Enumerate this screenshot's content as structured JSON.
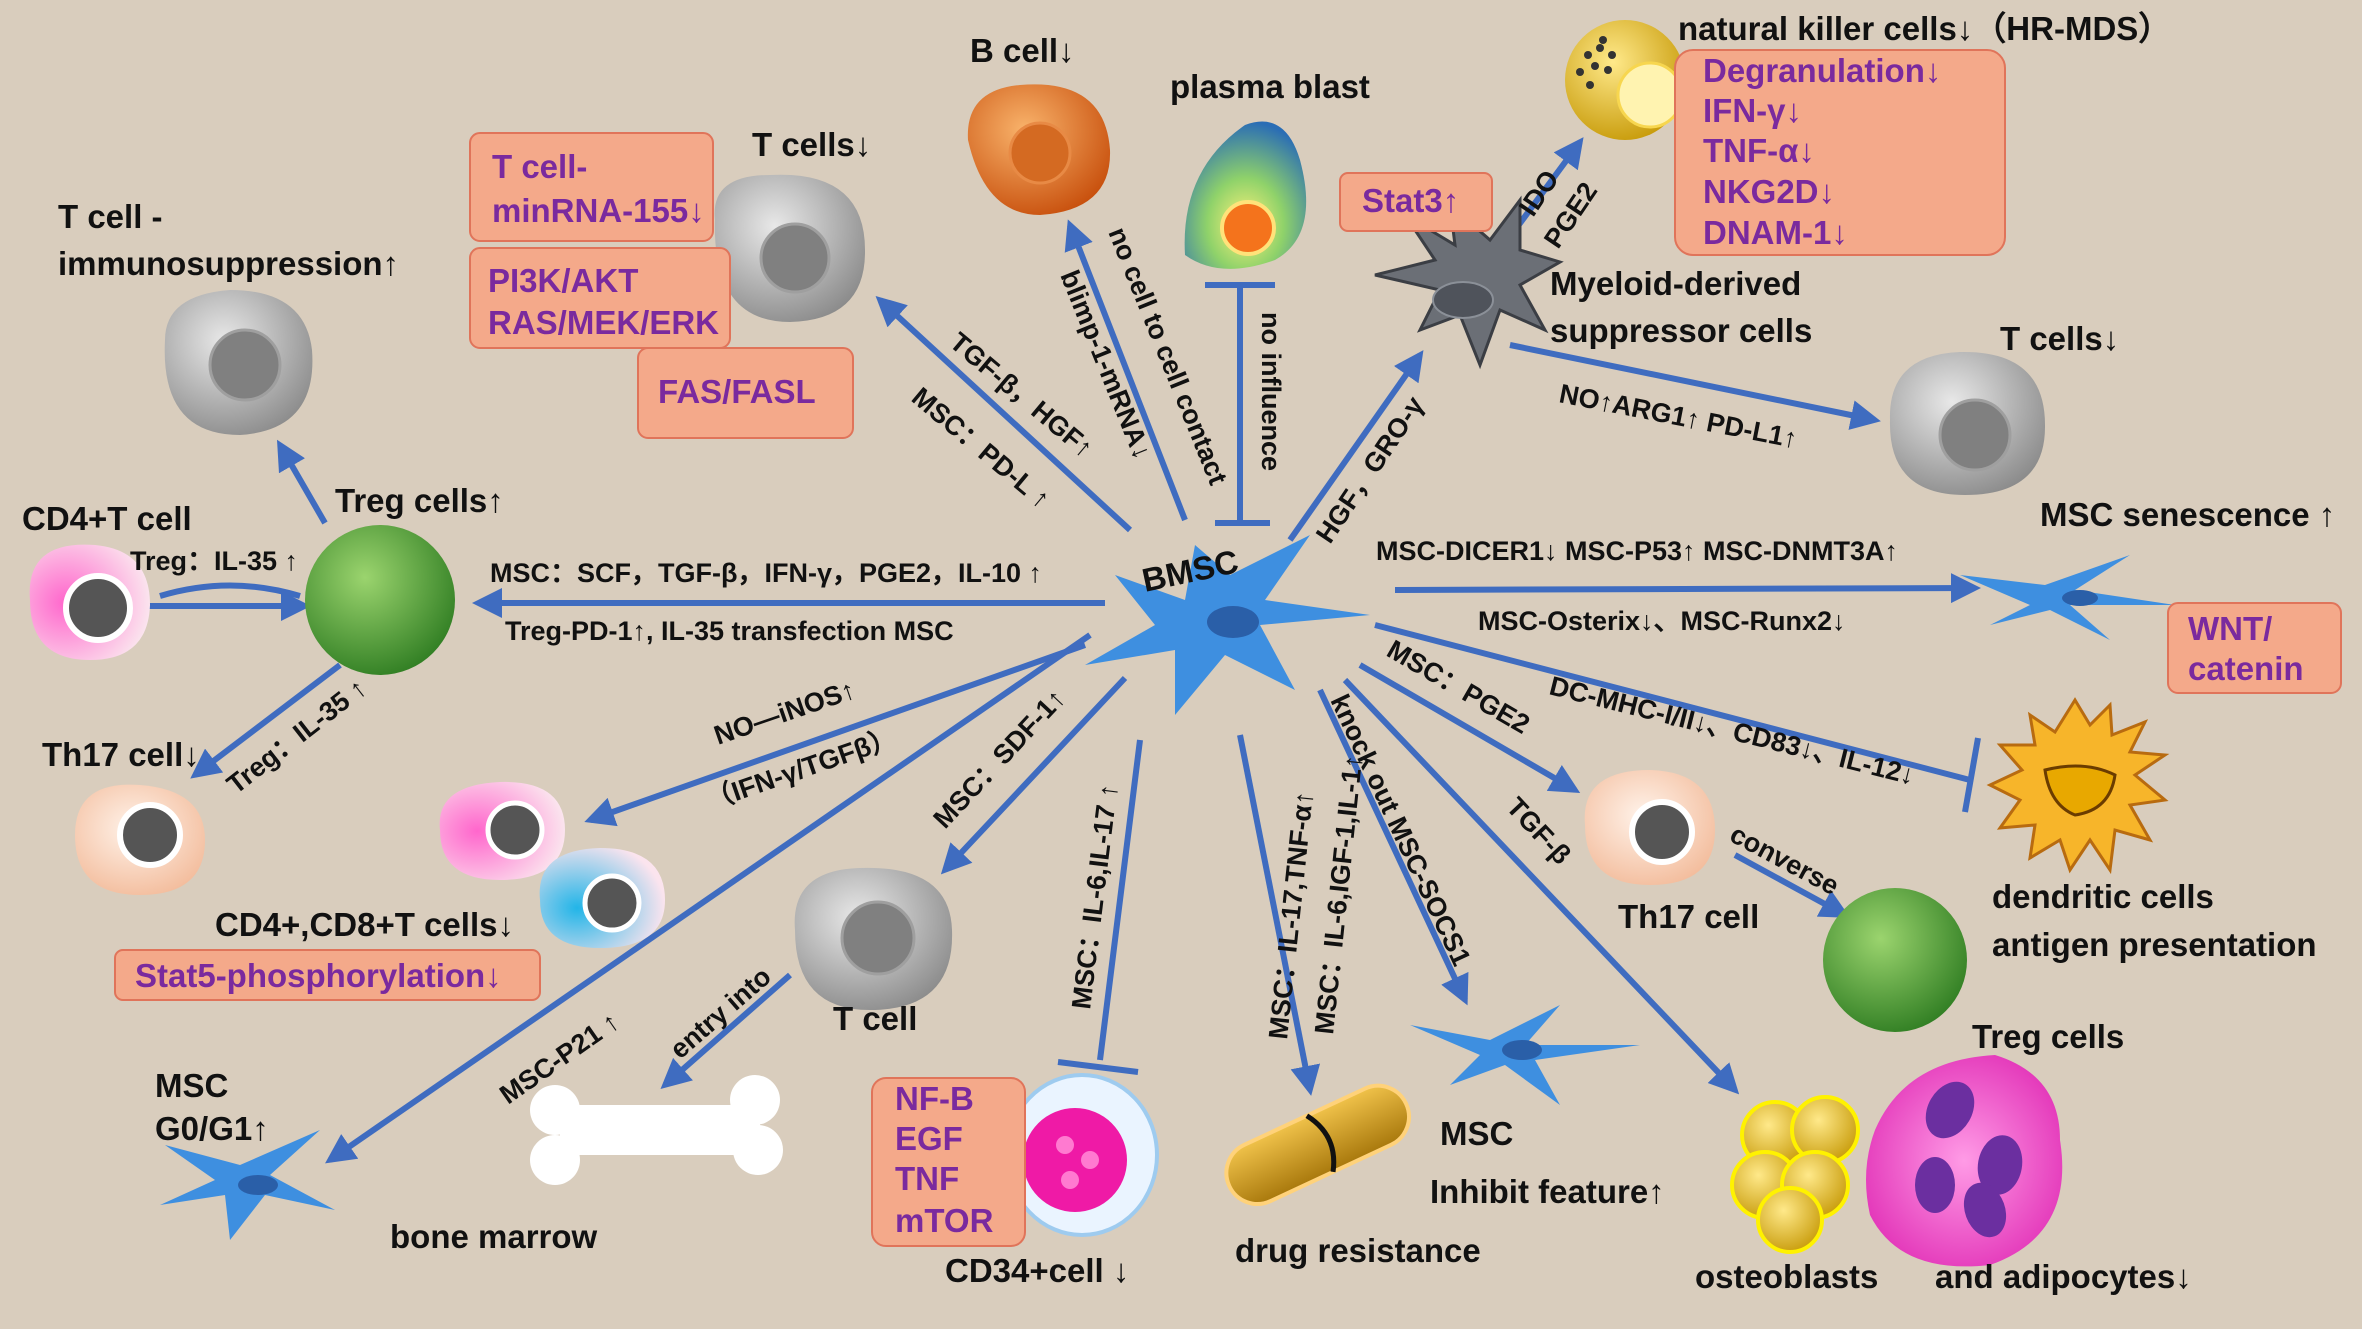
{
  "center": "BMSC",
  "nodes": {
    "b_cell": "B cell↓",
    "plasma_blast": "plasma blast",
    "nk_cells": "natural killer  cells↓（HR-MDS）",
    "t_cells_top": "T cells↓",
    "t_cell_immuno_1": "T cell -",
    "t_cell_immuno_2": "immunosuppression↑",
    "mdsc_1": "Myeloid-derived",
    "mdsc_2": "suppressor cells",
    "t_cells_right": "T cells↓",
    "msc_senescence": "MSC senescence ↑",
    "cd4_t_cell": "CD4+T cell",
    "treg_cells_left": "Treg cells↑",
    "th17_cell_left": "Th17 cell↓",
    "cd4_cd8": "CD4+,CD8+T cells↓",
    "t_cell_bottom": "T cell",
    "msc_g0_1": "MSC",
    "msc_g0_2": "G0/G1↑",
    "bone_marrow": "bone marrow",
    "cd34_cell": "CD34+cell ↓",
    "drug_resistance": "drug resistance",
    "msc_inhibit_1": "MSC",
    "msc_inhibit_2": "Inhibit feature↑",
    "th17_cell_right": "Th17 cell",
    "treg_cells_right": "Treg cells",
    "dendritic_1": "dendritic cells",
    "dendritic_2": "antigen presentation",
    "osteoblasts": "osteoblasts",
    "adipocytes": "and adipocytes↓"
  },
  "boxes": {
    "tcell_mirna": [
      "T cell-",
      "minRNA-155↓"
    ],
    "pi3k": [
      "PI3K/AKT",
      "RAS/MEK/ERK"
    ],
    "fas": [
      "FAS/FASL"
    ],
    "stat3": [
      "Stat3↑"
    ],
    "nk_effects": [
      "Degranulation↓",
      "IFN-γ↓",
      "TNF-α↓",
      "NKG2D↓",
      "DNAM-1↓"
    ],
    "wnt": [
      "WNT/",
      "catenin"
    ],
    "stat5": [
      "Stat5-phosphorylation↓"
    ],
    "cd34_path": [
      "NF-B",
      "EGF",
      "TNF",
      "mTOR"
    ]
  },
  "edge_labels": {
    "tgf_hgf": "TGF-β，HGF↑",
    "msc_pdl": "MSC：PD-L ↑",
    "blimp": "blimp-1-mRNA↓",
    "no_contact": "no cell to cell contact",
    "no_influence": "no influence",
    "hgf_gro": "HGF，GRO-γ",
    "ido": "IDO",
    "pge2": "PGE2",
    "no_arg": "NO↑ARG1↑ PD-L1↑",
    "msc_dicer": "MSC-DICER1↓ MSC-P53↑ MSC-DNMT3A↑",
    "msc_osterix": "MSC-Osterix↓、MSC-Runx2↓",
    "msc_scf": "MSC：SCF，TGF-β，IFN-γ，PGE2，IL-10 ↑",
    "treg_pd1": "Treg-PD-1↑, IL-35 transfection MSC",
    "treg_il35_a": "Treg：IL-35 ↑",
    "treg_il35_b": "Treg：IL-35 ↑",
    "no_inos": "NO—iNOS↑",
    "ifn_tgf": "（IFN-γ/TGFβ）",
    "msc_sdf": "MSC：SDF-1↑",
    "msc_p21": "MSC-P21 ↑",
    "entry_into": "entry into",
    "msc_il6": "MSC：IL-6,IL-17 ↑",
    "msc_il17": "MSC：IL-17,TNF-α↑",
    "msc_igf": "MSC：IL-6,IGF-1,IL-1↑",
    "knock_out": "knock out MSC-SOCS1",
    "msc_pge2": "MSC：PGE2",
    "tgf_b": "TGF-β",
    "dc_mhc": "DC-MHC-I/II↓、CD83↓、IL-12↓",
    "converse": "converse"
  },
  "colors": {
    "background": "#d9cdbd",
    "arrow": "#3f6cc0",
    "box_fill": "#f4a98a",
    "box_text": "#7a2a9e",
    "msc_cell": "#3e8fe0"
  }
}
